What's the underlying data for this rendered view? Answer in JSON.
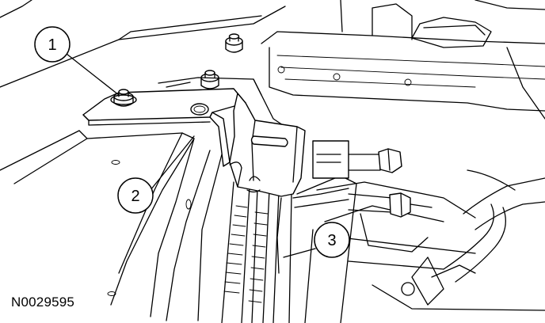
{
  "callouts": [
    {
      "id": "1",
      "label": "1"
    },
    {
      "id": "2",
      "label": "2"
    },
    {
      "id": "3",
      "label": "3"
    }
  ],
  "reference_code": "N0029595"
}
